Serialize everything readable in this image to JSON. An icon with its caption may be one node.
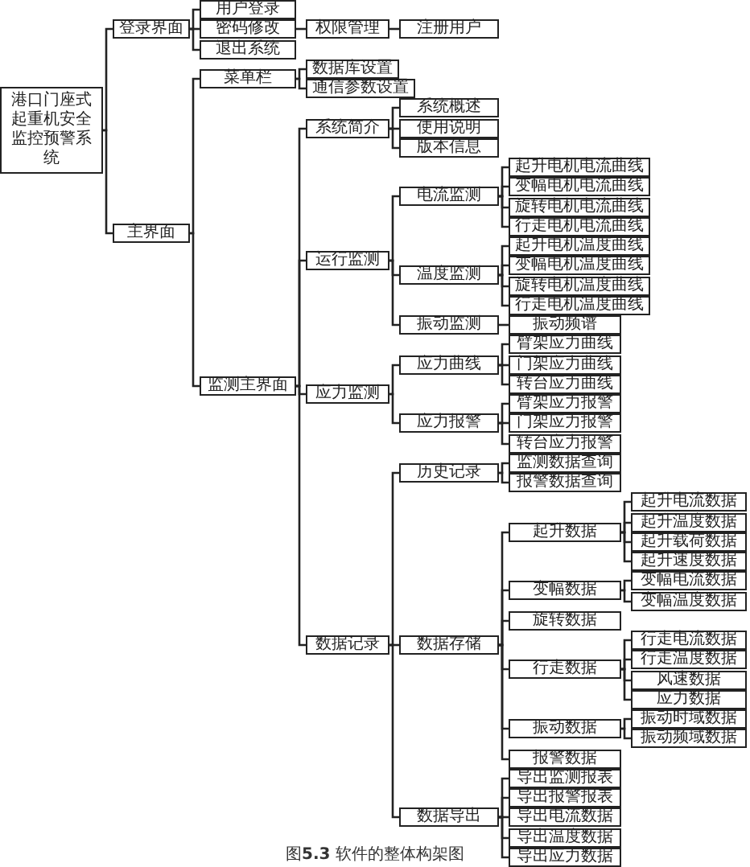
{
  "diagram": {
    "caption": "图**5.3** 软件的整体构架图",
    "nodes": [
      {
        "text": [
          "港口门座式起重机安全监控预警系统"
        ]
      },
      {
        "text": [
          "登录界面"
        ]
      },
      {
        "text": [
          "用户登录"
        ]
      },
      {
        "text": [
          "密码修改"
        ]
      },
      {
        "text": [
          "权限管理"
        ]
      },
      {
        "text": [
          "注册用户"
        ]
      },
      {
        "text": [
          "退出系统"
        ]
      },
      {
        "text": [
          "主界面"
        ]
      },
      {
        "text": [
          "菜单栏"
        ]
      },
      {
        "text": [
          "数据库设置"
        ]
      },
      {
        "text": [
          "通信参数设置"
        ]
      },
      {
        "text": [
          "监测主界面"
        ]
      },
      {
        "text": [
          "系统简介"
        ]
      },
      {
        "text": [
          "系统概述"
        ]
      },
      {
        "text": [
          "使用说明"
        ]
      },
      {
        "text": [
          "版本信息"
        ]
      },
      {
        "text": [
          "运行监测"
        ]
      },
      {
        "text": [
          "电流监测"
        ]
      },
      {
        "text": [
          "起升电机电流曲线"
        ]
      },
      {
        "text": [
          "变幅电机电流曲线"
        ]
      },
      {
        "text": [
          "旋转电机电流曲线"
        ]
      },
      {
        "text": [
          "行走电机电流曲线"
        ]
      },
      {
        "text": [
          "温度监测"
        ]
      },
      {
        "text": [
          "起升电机温度曲线"
        ]
      },
      {
        "text": [
          "变幅电机温度曲线"
        ]
      },
      {
        "text": [
          "旋转电机温度曲线"
        ]
      },
      {
        "text": [
          "行走电机温度曲线"
        ]
      },
      {
        "text": [
          "振动监测"
        ]
      },
      {
        "text": [
          "振动频谱"
        ]
      },
      {
        "text": [
          "应力监测"
        ]
      },
      {
        "text": [
          "应力曲线"
        ]
      },
      {
        "text": [
          "臂架应力曲线"
        ]
      },
      {
        "text": [
          "门架应力曲线"
        ]
      },
      {
        "text": [
          "转台应力曲线"
        ]
      },
      {
        "text": [
          "应力报警"
        ]
      },
      {
        "text": [
          "臂架应力报警"
        ]
      },
      {
        "text": [
          "门架应力报警"
        ]
      },
      {
        "text": [
          "转台应力报警"
        ]
      },
      {
        "text": [
          "数据记录"
        ]
      },
      {
        "text": [
          "历史记录"
        ]
      },
      {
        "text": [
          "监测数据查询"
        ]
      },
      {
        "text": [
          "报警数据查询"
        ]
      },
      {
        "text": [
          "数据存储"
        ]
      },
      {
        "text": [
          "起升数据"
        ]
      },
      {
        "text": [
          "起升电流数据"
        ]
      },
      {
        "text": [
          "起升温度数据"
        ]
      },
      {
        "text": [
          "起升载荷数据"
        ]
      },
      {
        "text": [
          "起升速度数据"
        ]
      },
      {
        "text": [
          "变幅数据"
        ]
      },
      {
        "text": [
          "变幅电流数据"
        ]
      },
      {
        "text": [
          "变幅温度数据"
        ]
      },
      {
        "text": [
          "旋转数据"
        ]
      },
      {
        "text": [
          "行走数据"
        ]
      },
      {
        "text": [
          "行走电流数据"
        ]
      },
      {
        "text": [
          "行走温度数据"
        ]
      },
      {
        "text": [
          "风速数据"
        ]
      },
      {
        "text": [
          "应力数据"
        ]
      },
      {
        "text": [
          "振动数据"
        ]
      },
      {
        "text": [
          "振动时域数据"
        ]
      },
      {
        "text": [
          "振动频域数据"
        ]
      },
      {
        "text": [
          "报警数据"
        ]
      },
      {
        "text": [
          "数据导出"
        ]
      },
      {
        "text": [
          "导出监测报表"
        ]
      },
      {
        "text": [
          "导出报警报表"
        ]
      },
      {
        "text": [
          "导出电流数据"
        ]
      },
      {
        "text": [
          "导出温度数据"
        ]
      },
      {
        "text": [
          "导出应力数据"
        ]
      }
    ],
    "edges": [
      {
        "from": 0,
        "to": 1,
        "arrow": "none"
      },
      {
        "from": 1,
        "to": 2,
        "arrow": "none"
      },
      {
        "from": 1,
        "to": 3,
        "arrow": "none"
      },
      {
        "from": 3,
        "to": 4,
        "arrow": "none"
      },
      {
        "from": 4,
        "to": 5,
        "arrow": "none"
      },
      {
        "from": 1,
        "to": 6,
        "arrow": "none"
      },
      {
        "from": 0,
        "to": 7,
        "arrow": "none"
      },
      {
        "from": 7,
        "to": 8,
        "arrow": "none"
      },
      {
        "from": 8,
        "to": 9,
        "arrow": "none"
      },
      {
        "from": 8,
        "to": 10,
        "arrow": "none"
      },
      {
        "from": 7,
        "to": 11,
        "arrow": "none"
      },
      {
        "from": 11,
        "to": 12,
        "arrow": "none"
      },
      {
        "from": 12,
        "to": 13,
        "arrow": "none"
      },
      {
        "from": 12,
        "to": 14,
        "arrow": "none"
      },
      {
        "from": 12,
        "to": 15,
        "arrow": "none"
      },
      {
        "from": 11,
        "to": 16,
        "arrow": "none"
      },
      {
        "from": 16,
        "to": 17,
        "arrow": "none"
      },
      {
        "from": 17,
        "to": 18,
        "arrow": "none"
      },
      {
        "from": 17,
        "to": 19,
        "arrow": "none"
      },
      {
        "from": 17,
        "to": 20,
        "arrow": "none"
      },
      {
        "from": 17,
        "to": 21,
        "arrow": "none"
      },
      {
        "from": 16,
        "to": 22,
        "arrow": "none"
      },
      {
        "from": 22,
        "to": 23,
        "arrow": "none"
      },
      {
        "from": 22,
        "to": 24,
        "arrow": "none"
      },
      {
        "from": 22,
        "to": 25,
        "arrow": "none"
      },
      {
        "from": 22,
        "to": 26,
        "arrow": "none"
      },
      {
        "from": 16,
        "to": 27,
        "arrow": "none"
      },
      {
        "from": 27,
        "to": 28,
        "arrow": "none"
      },
      {
        "from": 11,
        "to": 29,
        "arrow": "none"
      },
      {
        "from": 29,
        "to": 30,
        "arrow": "none"
      },
      {
        "from": 30,
        "to": 31,
        "arrow": "none"
      },
      {
        "from": 30,
        "to": 32,
        "arrow": "none"
      },
      {
        "from": 30,
        "to": 33,
        "arrow": "none"
      },
      {
        "from": 29,
        "to": 34,
        "arrow": "none"
      },
      {
        "from": 34,
        "to": 35,
        "arrow": "none"
      },
      {
        "from": 34,
        "to": 36,
        "arrow": "none"
      },
      {
        "from": 34,
        "to": 37,
        "arrow": "none"
      },
      {
        "from": 11,
        "to": 38,
        "arrow": "none"
      },
      {
        "from": 38,
        "to": 39,
        "arrow": "none"
      },
      {
        "from": 39,
        "to": 40,
        "arrow": "none"
      },
      {
        "from": 39,
        "to": 41,
        "arrow": "none"
      },
      {
        "from": 38,
        "to": 42,
        "arrow": "none"
      },
      {
        "from": 42,
        "to": 43,
        "arrow": "none"
      },
      {
        "from": 43,
        "to": 44,
        "arrow": "none"
      },
      {
        "from": 43,
        "to": 45,
        "arrow": "none"
      },
      {
        "from": 43,
        "to": 46,
        "arrow": "none"
      },
      {
        "from": 43,
        "to": 47,
        "arrow": "none"
      },
      {
        "from": 42,
        "to": 48,
        "arrow": "none"
      },
      {
        "from": 48,
        "to": 49,
        "arrow": "none"
      },
      {
        "from": 48,
        "to": 50,
        "arrow": "none"
      },
      {
        "from": 42,
        "to": 51,
        "arrow": "none"
      },
      {
        "from": 42,
        "to": 52,
        "arrow": "none"
      },
      {
        "from": 52,
        "to": 53,
        "arrow": "none"
      },
      {
        "from": 52,
        "to": 54,
        "arrow": "none"
      },
      {
        "from": 52,
        "to": 55,
        "arrow": "none"
      },
      {
        "from": 52,
        "to": 56,
        "arrow": "none"
      },
      {
        "from": 42,
        "to": 57,
        "arrow": "none"
      },
      {
        "from": 57,
        "to": 58,
        "arrow": "none"
      },
      {
        "from": 57,
        "to": 59,
        "arrow": "none"
      },
      {
        "from": 42,
        "to": 60,
        "arrow": "none"
      },
      {
        "from": 38,
        "to": 61,
        "arrow": "none"
      },
      {
        "from": 61,
        "to": 62,
        "arrow": "none"
      },
      {
        "from": 61,
        "to": 63,
        "arrow": "none"
      },
      {
        "from": 61,
        "to": 64,
        "arrow": "none"
      },
      {
        "from": 61,
        "to": 65,
        "arrow": "none"
      },
      {
        "from": 61,
        "to": 66,
        "arrow": "none"
      }
    ]
  }
}
